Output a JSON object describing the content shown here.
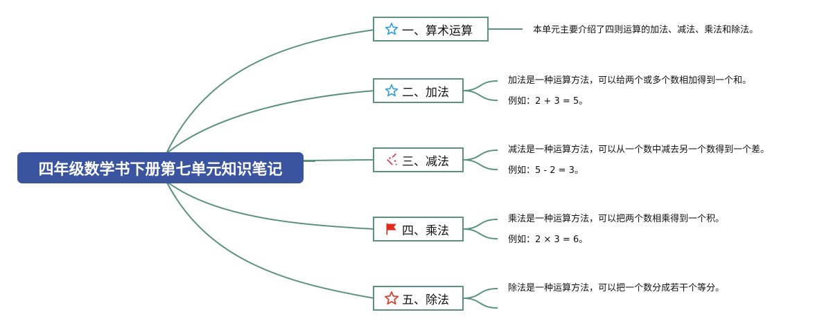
{
  "root": {
    "title": "四年级数学书下册第七单元知识笔记"
  },
  "colors": {
    "root_bg": "#3a54a0",
    "connector": "#5a9180",
    "star_blue": "#2e9fd8",
    "star_red": "#e0402e",
    "flag_red": "#e02a1c",
    "sparkle_red": "#d8344a"
  },
  "topics": [
    {
      "label": "一、算术运算",
      "icon": "star-outline-blue-icon",
      "notes": [
        "本单元主要介绍了四则运算的加法、减法、乘法和除法。"
      ]
    },
    {
      "label": "二、加法",
      "icon": "star-outline-blue-icon",
      "notes": [
        "加法是一种运算方法，可以给两个或多个数相加得到一个和。",
        "例如：2 + 3 = 5。"
      ]
    },
    {
      "label": "三、减法",
      "icon": "sparkle-icon",
      "notes": [
        "减法是一种运算方法，可以从一个数中减去另一个数得到一个差。",
        "例如：5 - 2 = 3。"
      ]
    },
    {
      "label": "四、乘法",
      "icon": "red-flag-icon",
      "notes": [
        "乘法是一种运算方法，可以把两个数相乘得到一个积。",
        "例如：2 × 3 = 6。"
      ]
    },
    {
      "label": "五、除法",
      "icon": "star-outline-red-icon",
      "notes": [
        "除法是一种运算方法，可以把一个数分成若干个等分。",
        ""
      ]
    }
  ]
}
